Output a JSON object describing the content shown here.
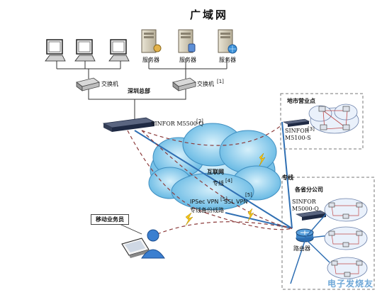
{
  "title": "广域网",
  "labels": {
    "servers": [
      "服务器",
      "服务器",
      "服务器"
    ],
    "switch_left": "交换机",
    "switch_right": "交换机",
    "switch_right_ref": "[1]",
    "hq": "深圳总部",
    "main_device": "SINFOR  M5500-Q",
    "main_device_ref": "[2]",
    "city_office": "地市营业点",
    "city_device_line1": "SINFOR",
    "city_device_ref": "[3]",
    "city_device_line2": "M5100-S",
    "internet": "互联网",
    "dedicated_line": "专线",
    "dedicated_line_ref": "[4]",
    "ipsec_vpn": "IPSec VPN",
    "ipsec_ref": "[5]",
    "ssl_vpn": "SSL VPN",
    "ssl_ref": "[5]",
    "backup_line": "专线备份线路",
    "dedicated_line_right": "专线",
    "provincial": "各省分公司",
    "prov_device_line1": "SINFOR",
    "prov_device_line2": "M5000-Q",
    "router": "路由器",
    "mobile_staff": "移动业务员",
    "watermark": "电子发烧友"
  },
  "colors": {
    "blue_line": "#2f6fb3",
    "dashed_line": "#8b3a3a",
    "cloud": "#6ec1e8",
    "device_dark": "#1f2a44"
  }
}
